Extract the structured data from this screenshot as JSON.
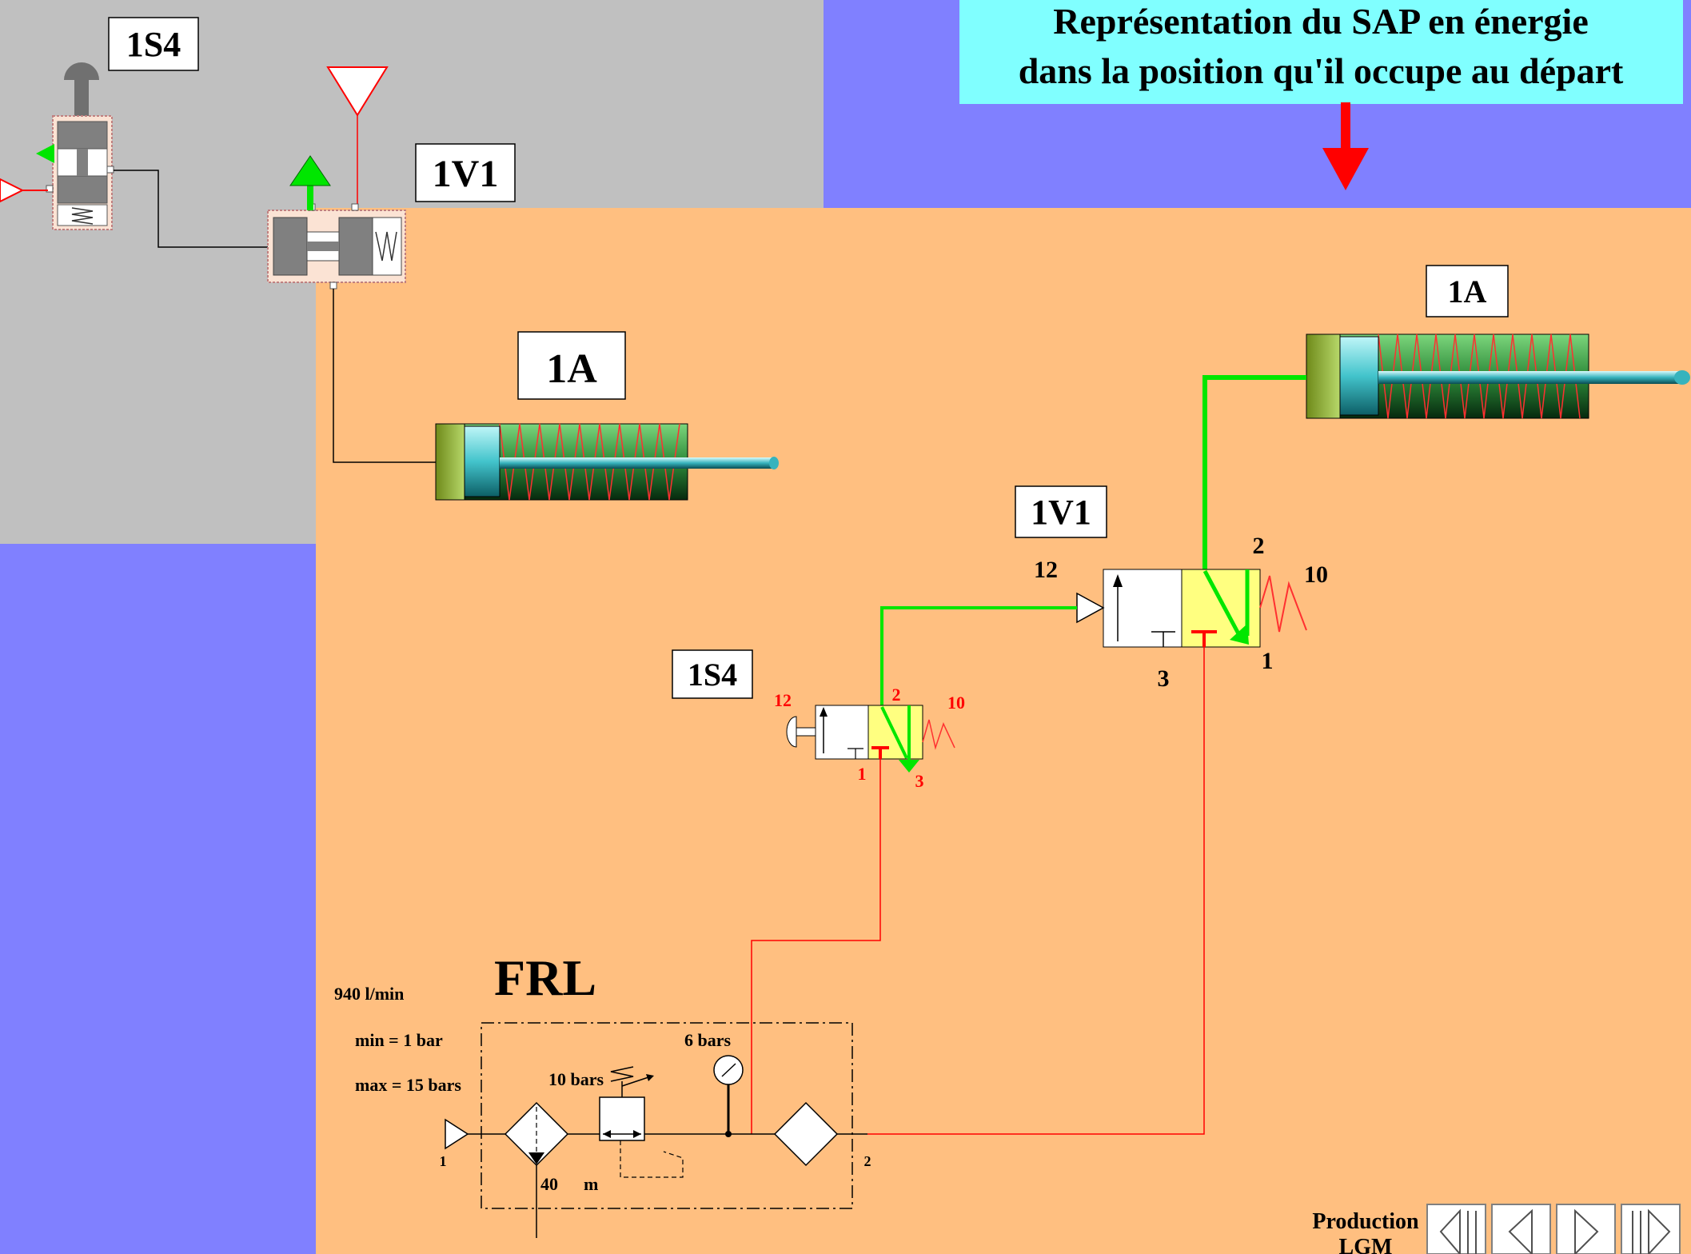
{
  "banner": {
    "line1": "Représentation du SAP en énergie",
    "line2": "dans la position qu'il occupe au départ"
  },
  "labels": {
    "s4_top": "1S4",
    "v1_top": "1V1",
    "a_left": "1A",
    "a_right": "1A",
    "v1_main": "1V1",
    "s4_main": "1S4",
    "frl": "FRL"
  },
  "ports": {
    "v1_12": "12",
    "v1_2": "2",
    "v1_10": "10",
    "v1_3": "3",
    "v1_1": "1",
    "s4_12": "12",
    "s4_2": "2",
    "s4_10": "10",
    "s4_1": "1",
    "s4_3": "3"
  },
  "frl_info": {
    "flow": "940 l/min",
    "min": "min = 1 bar",
    "max": "max = 15 bars",
    "gauge": "6 bars",
    "regulator": "10 bars",
    "filter_um": "40",
    "filter_unit": "m",
    "port_in": "1",
    "port_out": "2"
  },
  "footer": {
    "production_line1": "Production",
    "production_line2": "LGM"
  },
  "colors": {
    "background": "#8080ff",
    "grey_panel": "#c0c0c0",
    "orange_panel": "#ffbf80",
    "banner_bg": "#80ffff",
    "active_line": "#00e600",
    "pressure_line": "#ff0000",
    "valve_active": "#ffff80"
  },
  "nav_buttons": [
    "first-icon",
    "previous-icon",
    "next-icon",
    "last-icon"
  ]
}
